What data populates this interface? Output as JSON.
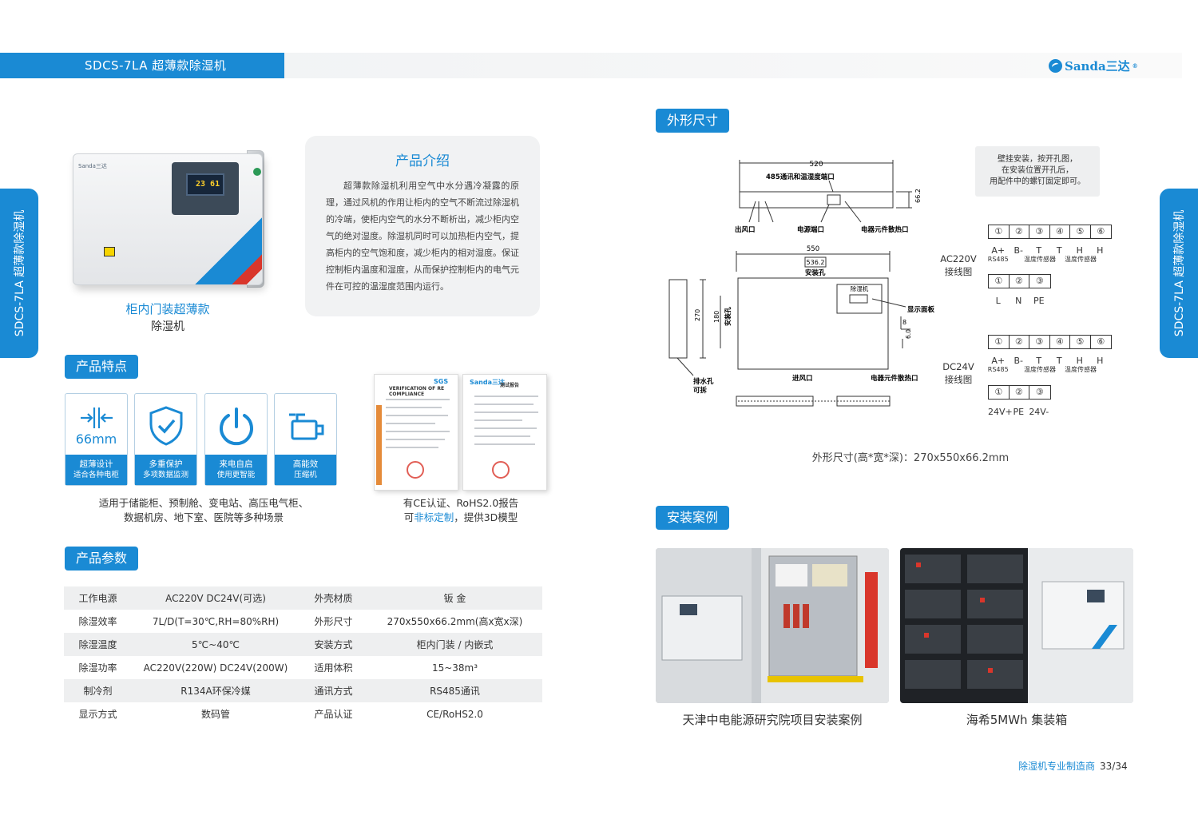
{
  "header": {
    "title": "SDCS-7LA 超薄款除湿机",
    "brand": "Sanda三达",
    "brand_mark": "®"
  },
  "side_tabs": {
    "left": "SDCS-7LA 超薄款除湿机",
    "right": "SDCS-7LA 超薄款除湿机"
  },
  "product": {
    "caption_line1": "柜内门装超薄款",
    "caption_line2": "除湿机",
    "display_reading": "23 61"
  },
  "intro": {
    "title": "产品介绍",
    "body": "超薄款除湿机利用空气中水分遇冷凝露的原理，通过风机的作用让柜内的空气不断流过除湿机的冷端，使柜内空气的水分不断析出，减少柜内空气的绝对湿度。除湿机同时可以加热柜内空气，提高柜内的空气饱和度，减少柜内的相对湿度。保证控制柜内温度和湿度，从而保护控制柜内的电气元件在可控的温湿度范围内运行。"
  },
  "features": {
    "title": "产品特点",
    "items": [
      {
        "icon": "compress-arrows-icon",
        "icon_text": "66mm",
        "label": "超薄设计",
        "sub": "适合各种电柜"
      },
      {
        "icon": "shield-check-icon",
        "label": "多重保护",
        "sub": "多项数据监测"
      },
      {
        "icon": "power-icon",
        "label": "来电自启",
        "sub": "使用更智能"
      },
      {
        "icon": "compressor-icon",
        "label": "高能效",
        "sub": "压缩机"
      }
    ],
    "scenario_line1": "适用于储能柜、预制舱、变电站、高压电气柜、",
    "scenario_line2": "数据机房、地下室、医院等多种场景"
  },
  "certs": {
    "doc1_logo": "SGS",
    "doc1_head": "VERIFICATION OF RE COMPLIANCE",
    "doc2_head": "测试报告",
    "line1": "有CE认证、RoHS2.0报告",
    "line2_pre": "可",
    "line2_hl": "非标定制",
    "line2_post": "，提供3D模型"
  },
  "params": {
    "title": "产品参数",
    "rows": [
      [
        "工作电源",
        "AC220V  DC24V(可选)",
        "外壳材质",
        "钣 金"
      ],
      [
        "除湿效率",
        "7L/D(T=30℃,RH=80%RH)",
        "外形尺寸",
        "270x550x66.2mm(高x宽x深)"
      ],
      [
        "除湿温度",
        "5℃~40℃",
        "安装方式",
        "柜内门装 / 内嵌式"
      ],
      [
        "除湿功率",
        "AC220V(220W)  DC24V(200W)",
        "适用体积",
        "15~38m³"
      ],
      [
        "制冷剂",
        "R134A环保冷媒",
        "通讯方式",
        "RS485通讯"
      ],
      [
        "显示方式",
        "数码管",
        "产品认证",
        "CE/RoHS2.0"
      ]
    ]
  },
  "dimensions": {
    "title": "外形尺寸",
    "note": [
      "壁挂安装，按开孔图，",
      "在安装位置开孔后，",
      "用配件中的螺钉固定即可。"
    ],
    "labels": {
      "w520": "520",
      "port485": "485通讯和温湿度端口",
      "d66": "66.2",
      "outlet": "出风口",
      "power_port": "电源端口",
      "heat_sink": "电器元件散热口",
      "w550": "550",
      "w536": "536.2",
      "mount_hole": "安装孔",
      "device_name": "除湿机",
      "display_panel": "显示面板",
      "h270": "270",
      "h180": "180",
      "mount_hole_v": "安装孔",
      "n8": "8",
      "n6": "6.0",
      "drain": "排水孔",
      "drain2": "可拆",
      "inlet": "进风口",
      "heat_sink2": "电器元件散热口"
    },
    "caption": "外形尺寸(高*宽*深)：270x550x66.2mm"
  },
  "wiring": {
    "ac_label": [
      "AC220V",
      "接线图"
    ],
    "dc_label": [
      "DC24V",
      "接线图"
    ],
    "six": [
      "①",
      "②",
      "③",
      "④",
      "⑤",
      "⑥"
    ],
    "three": [
      "①",
      "②",
      "③"
    ],
    "six_labels": [
      {
        "t": "A+",
        "s": "RS485"
      },
      {
        "t": "B-",
        "s": ""
      },
      {
        "t": "T",
        "s": "温度传感器"
      },
      {
        "t": "T",
        "s": ""
      },
      {
        "t": "H",
        "s": "温度传感器"
      },
      {
        "t": "H",
        "s": ""
      }
    ],
    "ac_three_labels": [
      "L",
      "N",
      "PE"
    ],
    "dc_three_labels": [
      "24V+",
      "PE",
      "24V-"
    ]
  },
  "cases": {
    "title": "安装案例",
    "items": [
      {
        "caption": "天津中电能源研究院项目安装案例"
      },
      {
        "caption": "海希5MWh 集装箱"
      }
    ]
  },
  "footer": {
    "tagline": "除湿机专业制造商",
    "page": "33/34"
  },
  "colors": {
    "accent": "#1a8ad4",
    "stripe_red": "#d9362b",
    "panel_bg": "#f1f2f3"
  }
}
